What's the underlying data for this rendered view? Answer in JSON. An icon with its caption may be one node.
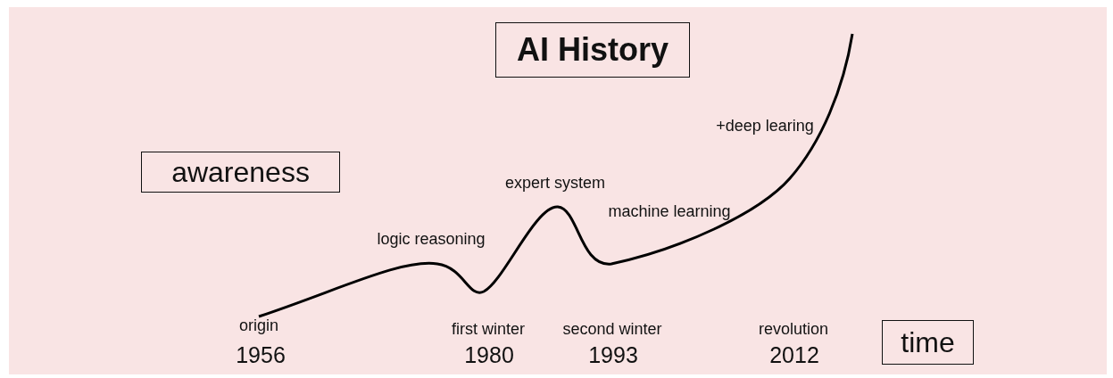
{
  "diagram": {
    "title": "AI History",
    "nodes": [
      {
        "text": [
          "awareness"
        ]
      },
      {
        "text": [
          "time"
        ]
      }
    ],
    "edges": [],
    "labels": [
      "+deep learing",
      "expert system",
      "machine learning",
      "logic reasoning",
      "origin",
      "first winter",
      "second winter",
      "revolution",
      "1956",
      "1980",
      "1993",
      "2012"
    ]
  }
}
